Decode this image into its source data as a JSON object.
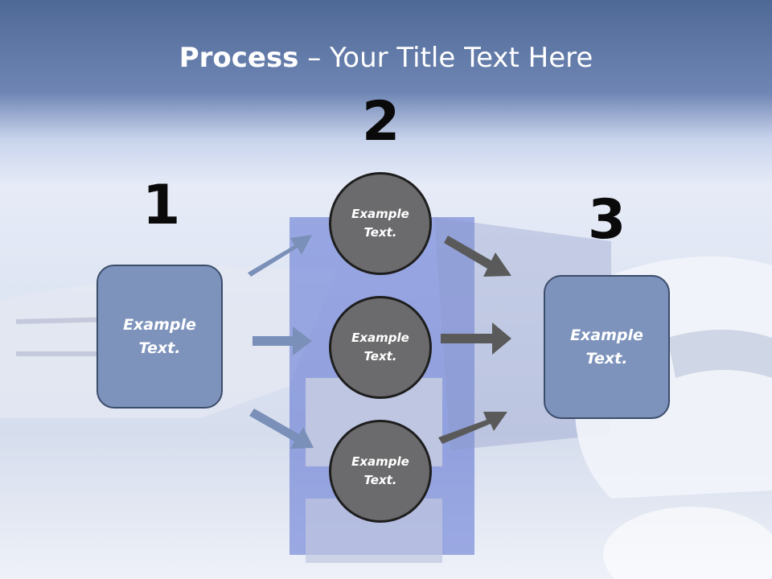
{
  "title": {
    "bold": "Process",
    "rest": " – Your Title Text Here"
  },
  "steps": {
    "one": {
      "number": "1",
      "text": "Example Text."
    },
    "two": {
      "number": "2"
    },
    "three": {
      "number": "3",
      "text": "Example Text."
    }
  },
  "circles": [
    {
      "text": "Example Text."
    },
    {
      "text": "Example Text."
    },
    {
      "text": "Example Text."
    }
  ],
  "colors": {
    "box_fill": "#7d93bc",
    "circle_fill": "#6b6b6d",
    "left_arrow": "#7b90b8",
    "right_arrow": "#5a5a5a"
  }
}
